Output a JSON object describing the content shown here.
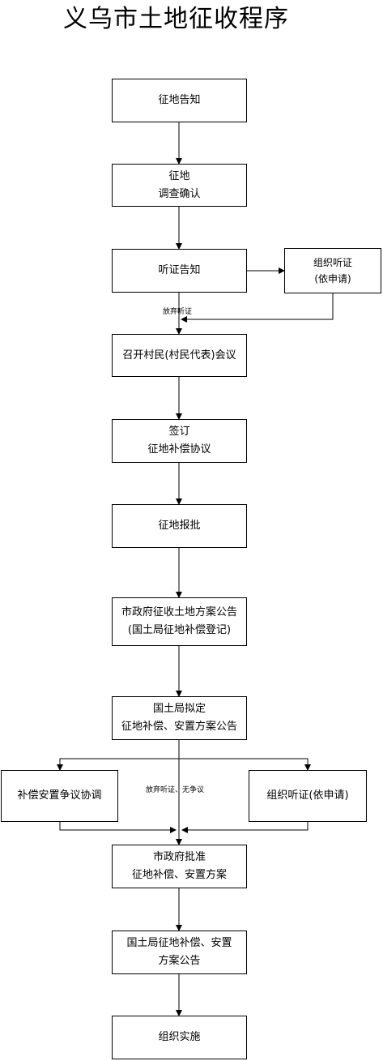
{
  "title": "义乌市土地征收程序",
  "steps": {
    "notice": [
      "征地告知"
    ],
    "survey": [
      "征地",
      "调查确认"
    ],
    "hearing_notice": [
      "听证告知"
    ],
    "hearing_org": [
      "组织听证",
      "(依申请)"
    ],
    "village_meeting": [
      "召开村民(村民代表)会议"
    ],
    "agreement": [
      "签订",
      "征地补偿协议"
    ],
    "approval_report": [
      "征地报批"
    ],
    "gov_announce": [
      "市政府征收土地方案公告",
      "(国土局征地补偿登记)"
    ],
    "bureau_plan": [
      "国土局拟定",
      "征地补偿、安置方案公告"
    ],
    "dispute": [
      "补偿安置争议协调"
    ],
    "hearing_org2": [
      "组织听证(依申请)"
    ],
    "gov_approve": [
      "市政府批准",
      "征地补偿、安置方案"
    ],
    "bureau_announce": [
      "国土局征地补偿、安置",
      "方案公告"
    ],
    "implement": [
      "组织实施"
    ]
  },
  "labels": {
    "waive_hearing": "放弃听证",
    "waive_no_dispute": "放弃听证、无争议"
  }
}
